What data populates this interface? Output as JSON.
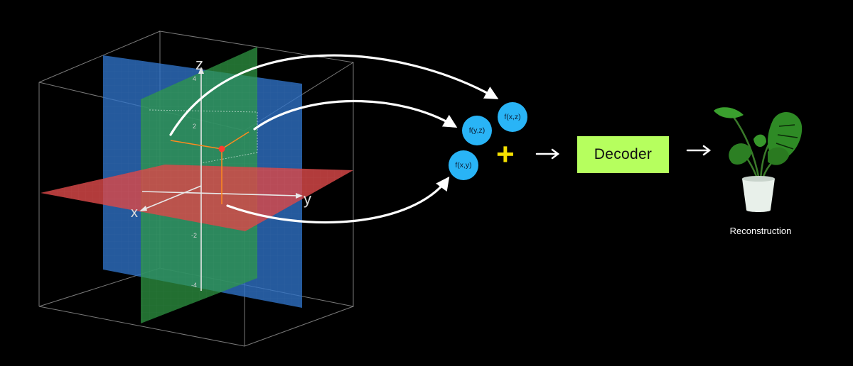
{
  "axes": {
    "z_label": "z",
    "y_label": "y",
    "x_label": "x",
    "tick_4": "4",
    "tick_2": "2",
    "tick_neg2": "-2",
    "tick_neg4": "-4"
  },
  "features": {
    "xz": "f(x,z)",
    "yz": "f(y,z)",
    "xy": "f(x,y)"
  },
  "plus_symbol": "+",
  "decoder": {
    "label": "Decoder",
    "color": "#b6ff5e"
  },
  "reconstruction": {
    "label": "Reconstruction"
  },
  "colors": {
    "plane_xy": "#d94848",
    "plane_xz": "#2f73c9",
    "plane_yz": "#2f9a44",
    "feature_circle": "#29b4f6",
    "plus": "#f5e000",
    "axis_orange": "#ff8a1e",
    "point": "#ff3b30"
  }
}
